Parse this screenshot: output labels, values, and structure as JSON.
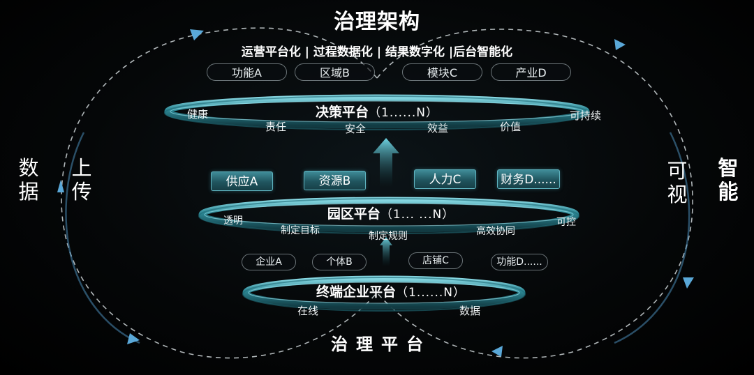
{
  "title": "治理架构",
  "subtitle": "运营平台化 |  过程数据化 | 结果数字化 |后台智能化",
  "bottom_title": "治理平台",
  "left_outer_text": "数据",
  "left_inner_text": "上传",
  "right_inner_text": "可视",
  "right_outer_text": "智能",
  "top_pills": [
    "功能A",
    "区域B",
    "模块C",
    "产业D"
  ],
  "decision": {
    "title": "决策平台",
    "range": "（1......N）",
    "labels": [
      "健康",
      "责任",
      "安全",
      "效益",
      "价值",
      "可持续"
    ]
  },
  "mid_boxes": [
    "供应A",
    "资源B",
    "人力C",
    "财务D......"
  ],
  "park": {
    "title": "园区平台",
    "range": "（1... ...N）",
    "labels": [
      "透明",
      "制定目标",
      "制定规则",
      "高效协同",
      "可控"
    ]
  },
  "lower_pills": [
    "企业A",
    "个体B",
    "店铺C",
    "功能D......"
  ],
  "terminal": {
    "title": "终端企业平台",
    "range": "（1......N）",
    "labels": [
      "在线",
      "数据"
    ]
  },
  "colors": {
    "background": "#000000",
    "ring_teal": "#3fb5c4",
    "arrow_blue": "#5aa8d8",
    "box_teal": "#2d6f7a"
  }
}
